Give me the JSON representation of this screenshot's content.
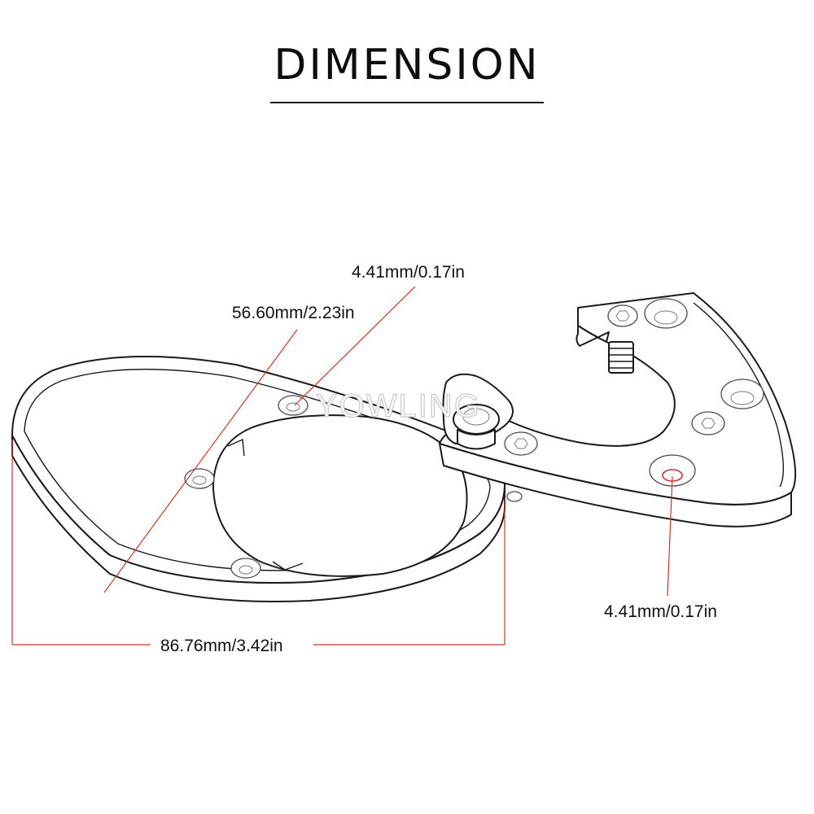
{
  "title": "DIMENSION",
  "watermark": "YOWLING",
  "dimensions": {
    "top_hole": "4.41mm/0.17in",
    "inner_diameter": "56.60mm/2.23in",
    "right_hole": "4.41mm/0.17in",
    "width": "86.76mm/3.42in"
  },
  "colors": {
    "dimension_line": "#c0392b",
    "outline": "#1a1a1a",
    "background": "#ffffff"
  }
}
